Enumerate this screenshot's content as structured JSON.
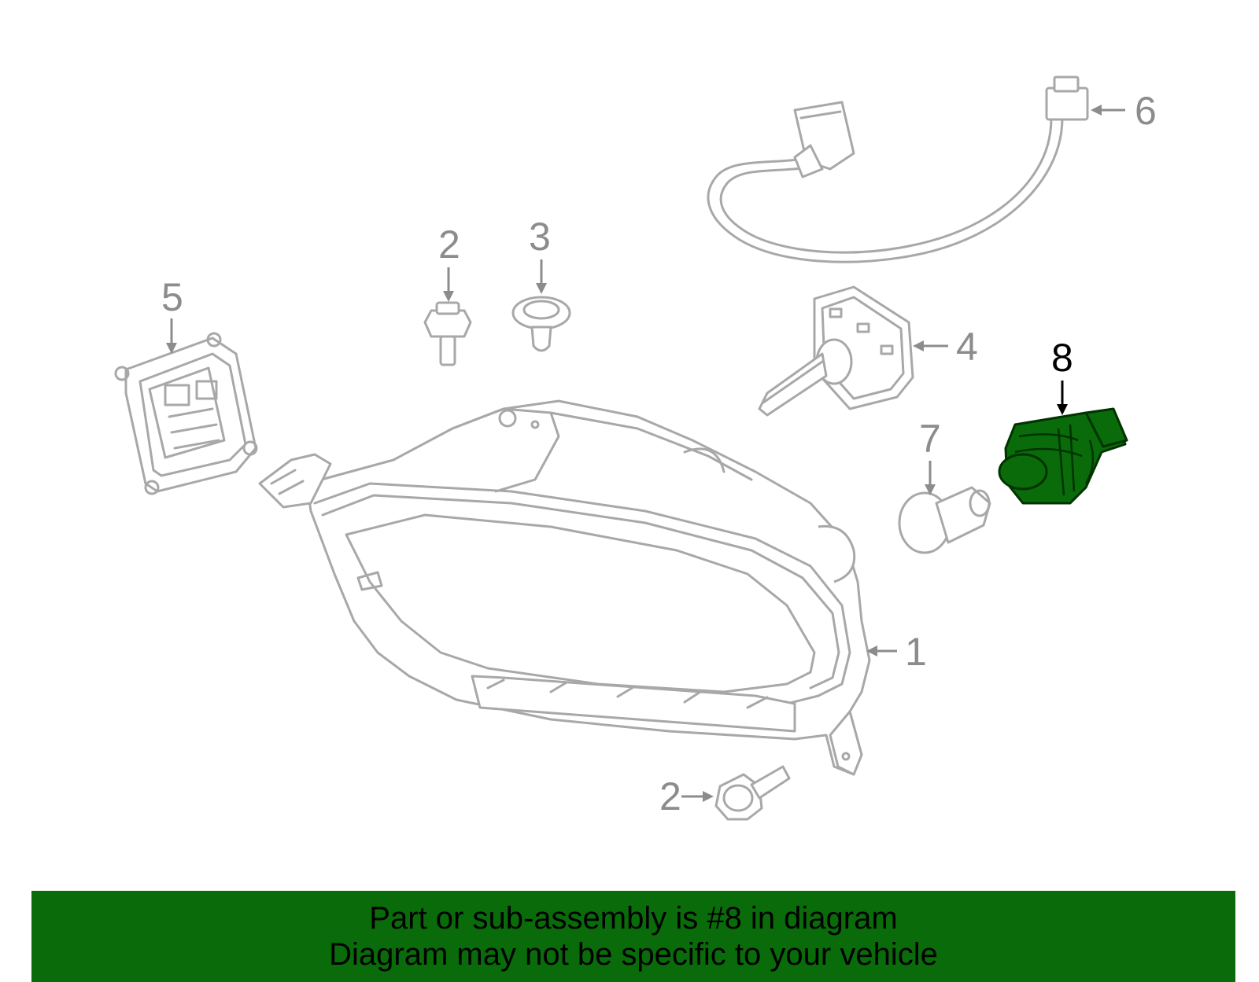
{
  "callouts": {
    "c1": "1",
    "c2a": "2",
    "c2b": "2",
    "c3": "3",
    "c4": "4",
    "c5": "5",
    "c6": "6",
    "c7": "7",
    "c8": "8"
  },
  "highlighted_part": "8",
  "colors": {
    "highlight": "#0a6b0a",
    "line_art": "#a8a8a8",
    "banner": "#0a6b0a"
  },
  "banner": {
    "line1": "Part or sub-assembly is #8 in diagram",
    "line2": "Diagram may not be specific to your vehicle"
  }
}
